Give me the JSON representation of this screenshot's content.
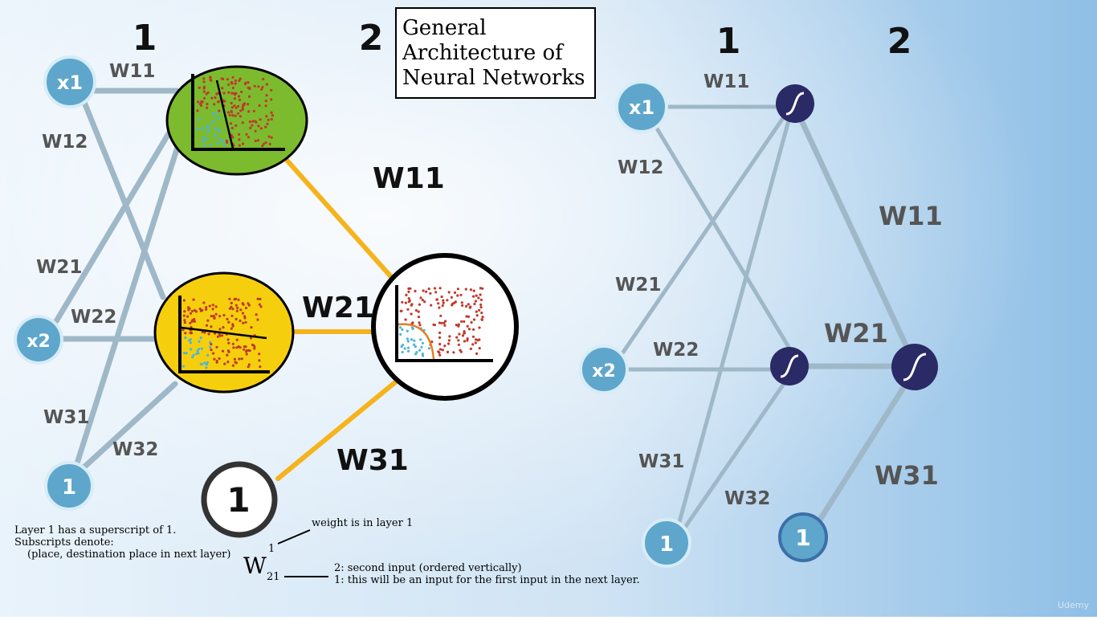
{
  "title": [
    "General",
    "Architecture of",
    "Neural Networks"
  ],
  "left": {
    "layer_1": "1",
    "layer_2": "2",
    "input_x1": "x1",
    "input_x2": "x2",
    "bias_1": "1",
    "bias_2": "1",
    "w11_a": "W11",
    "w12": "W12",
    "w21_a": "W21",
    "w22": "W22",
    "w31_a": "W31",
    "w32": "W32",
    "w11_b": "W11",
    "w21_b": "W21",
    "w31_b": "W31"
  },
  "right": {
    "layer_1": "1",
    "layer_2": "2",
    "input_x1": "x1",
    "input_x2": "x2",
    "bias_1": "1",
    "bias_2": "1",
    "w11_a": "W11",
    "w12": "W12",
    "w21_a": "W21",
    "w22": "W22",
    "w31_a": "W31",
    "w32": "W32",
    "w11_b": "W11",
    "w21_b": "W21",
    "w31_b": "W31"
  },
  "notes": {
    "line1": "Layer 1 has a superscript of 1.",
    "line2": "Subscripts denote:",
    "line3": "(place, destination place in next layer)",
    "weight_layer": "weight is in layer 1",
    "input_order": "2: second input (ordered vertically)",
    "next_layer": "1: this will be an input for the first input in the next layer.",
    "symbol": "W",
    "superscript": "1",
    "subscript": "21"
  },
  "watermark": "Udemy",
  "colors": {
    "edge": "#9fb8c8",
    "orange_edge": "#f5b31c",
    "input_node": "#5ea6cc",
    "sigmoid_node": "#2a2a66",
    "green_node": "#7cbb2e",
    "yellow_node": "#f5cf0e",
    "red_dots": "#c0392b",
    "blue_dots": "#4fb3d9"
  }
}
